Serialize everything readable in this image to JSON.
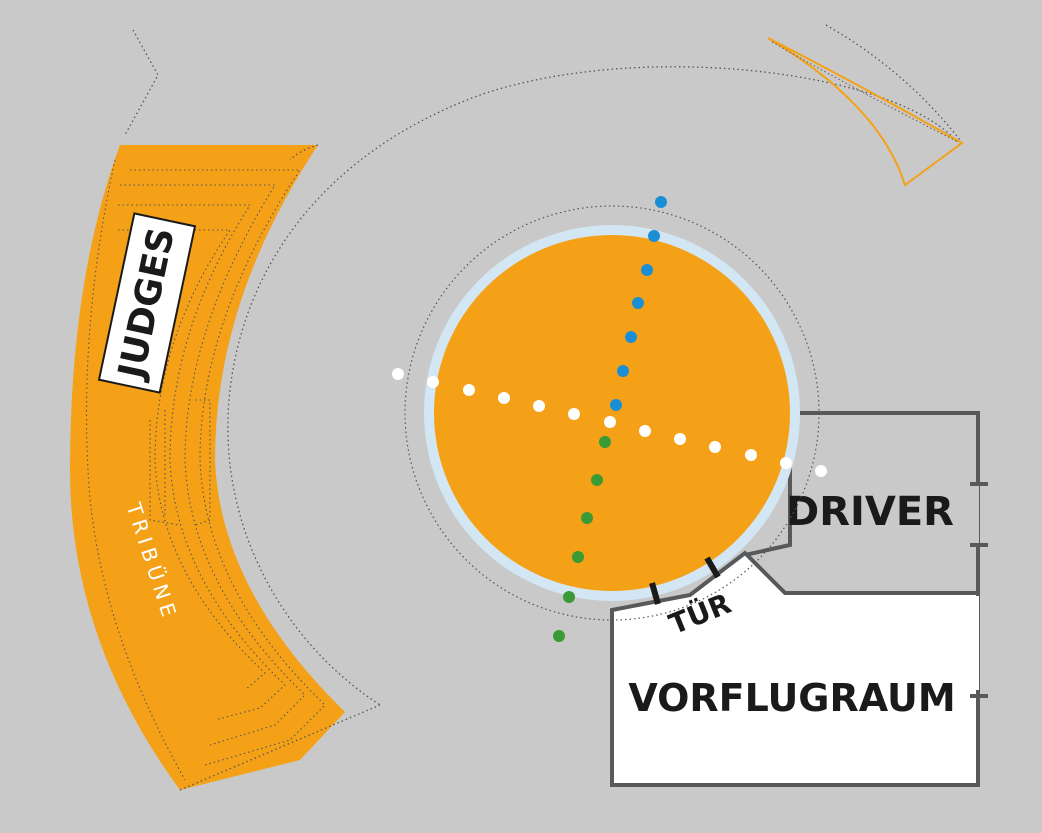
{
  "labels": {
    "judges": "JUDGES",
    "tribune": "TRIBÜNE",
    "driver": "DRIVER",
    "door": "TÜR",
    "preflight_room": "VORFLUGRAUM"
  },
  "colors": {
    "background": "#c9c9c9",
    "arena_orange": "#f4a118",
    "arena_ring": "#d3e6f3",
    "wall_gray": "#58595b",
    "dot_blue": "#1b8fd6",
    "dot_green": "#3a9a35",
    "dot_white": "#ffffff",
    "dotted_outline": "#555555"
  },
  "markers": {
    "blue_count": 7,
    "green_count": 6,
    "white_count": 13
  }
}
